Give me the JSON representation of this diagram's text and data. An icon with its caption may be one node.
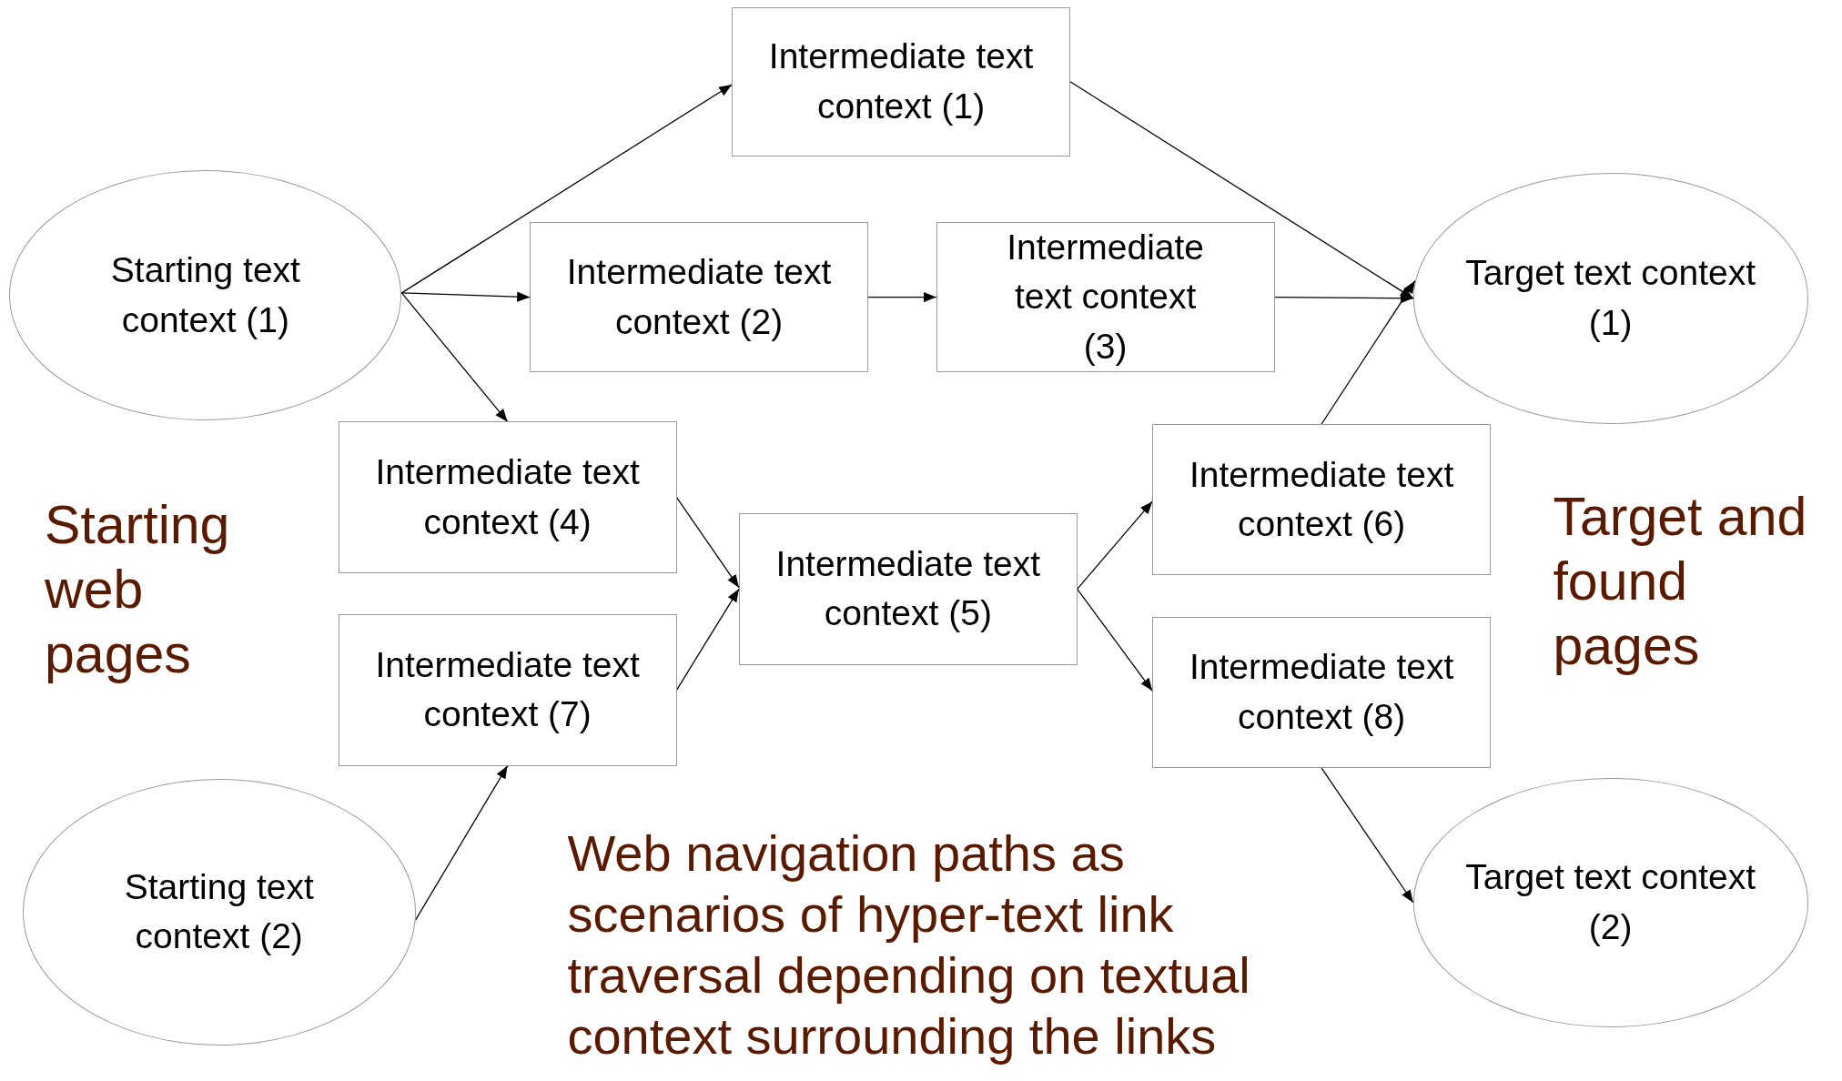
{
  "diagram": {
    "nodes": [
      {
        "text": [
          "Starting text context (1)"
        ]
      },
      {
        "text": [
          "Intermediate text context (1)"
        ]
      },
      {
        "text": [
          "Intermediate text context (2)"
        ]
      },
      {
        "text": [
          "Intermediate text context (3)"
        ]
      },
      {
        "text": [
          "Target text context (1)"
        ]
      },
      {
        "text": [
          "Intermediate text context (4)"
        ]
      },
      {
        "text": [
          "Intermediate text context (5)"
        ]
      },
      {
        "text": [
          "Intermediate text context (6)"
        ]
      },
      {
        "text": [
          "Intermediate text context (7)"
        ]
      },
      {
        "text": [
          "Intermediate text context (8)"
        ]
      },
      {
        "text": [
          "Starting text context (2)"
        ]
      },
      {
        "text": [
          "Target text context (2)"
        ]
      }
    ],
    "edges": [
      {
        "from": 0,
        "to": 1,
        "arrow": "to"
      },
      {
        "from": 0,
        "to": 2,
        "arrow": "to"
      },
      {
        "from": 0,
        "to": 5,
        "arrow": "to"
      },
      {
        "from": 1,
        "to": 4,
        "arrow": "to"
      },
      {
        "from": 2,
        "to": 3,
        "arrow": "to"
      },
      {
        "from": 3,
        "to": 4,
        "arrow": "to"
      },
      {
        "from": 5,
        "to": 6,
        "arrow": "to"
      },
      {
        "from": 8,
        "to": 6,
        "arrow": "to"
      },
      {
        "from": 6,
        "to": 7,
        "arrow": "to"
      },
      {
        "from": 6,
        "to": 9,
        "arrow": "to"
      },
      {
        "from": 7,
        "to": 4,
        "arrow": "to"
      },
      {
        "from": 9,
        "to": 11,
        "arrow": "to"
      },
      {
        "from": 10,
        "to": 8,
        "arrow": "to"
      }
    ],
    "labels": [
      "Starting web pages",
      "Target and found pages",
      "Web navigation paths as scenarios of hyper-text link traversal depending on textual context surrounding the links"
    ]
  }
}
